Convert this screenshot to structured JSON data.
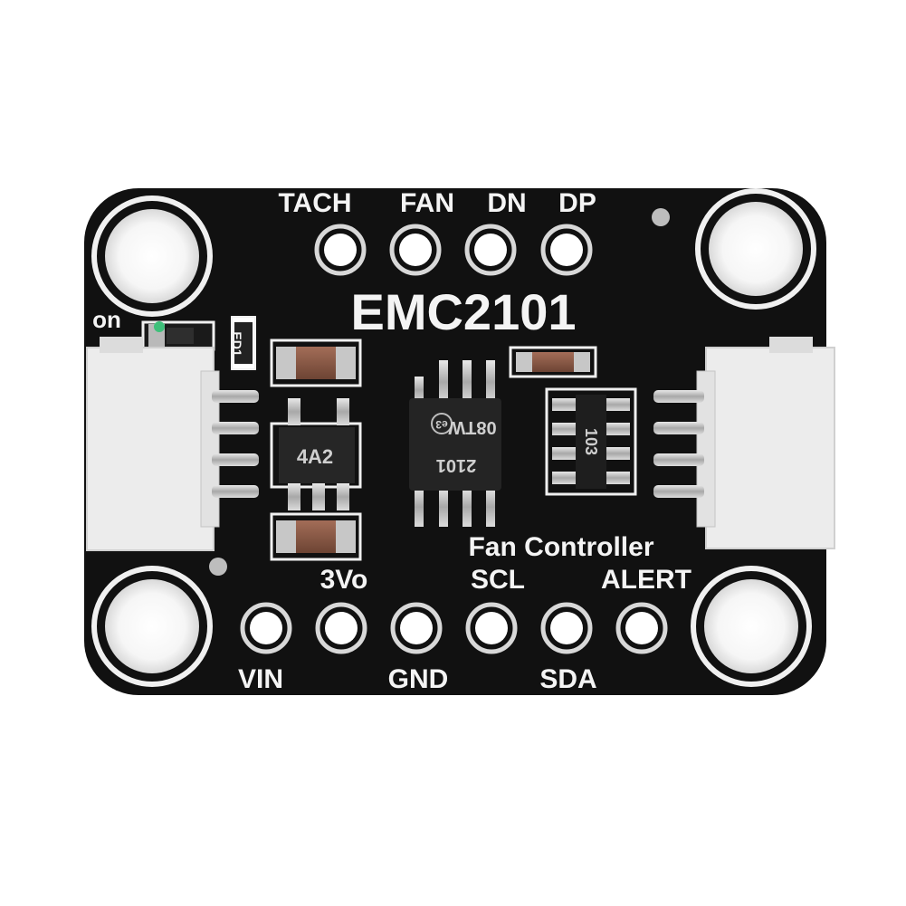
{
  "board": {
    "name": "EMC2101",
    "subtitle": "Fan Controller",
    "top_pins": [
      "TACH",
      "FAN",
      "DN",
      "DP"
    ],
    "bottom_labels_upper": [
      "3Vo",
      "SCL",
      "ALERT"
    ],
    "bottom_labels_lower": [
      "VIN",
      "GND",
      "SDA"
    ],
    "led_label": "on",
    "led_ref": "ED1",
    "regulator_mark": "4A2",
    "chip_mark_line1": "2101",
    "chip_mark_line2": "08TW",
    "chip_logo": "e3",
    "resistor_array_mark": "103",
    "colors": {
      "pcb": "#111111",
      "silkscreen": "#f4f4f4",
      "pad": "#c9c9c9",
      "connector": "#efefef",
      "capacitor": "#8a5a48"
    }
  }
}
